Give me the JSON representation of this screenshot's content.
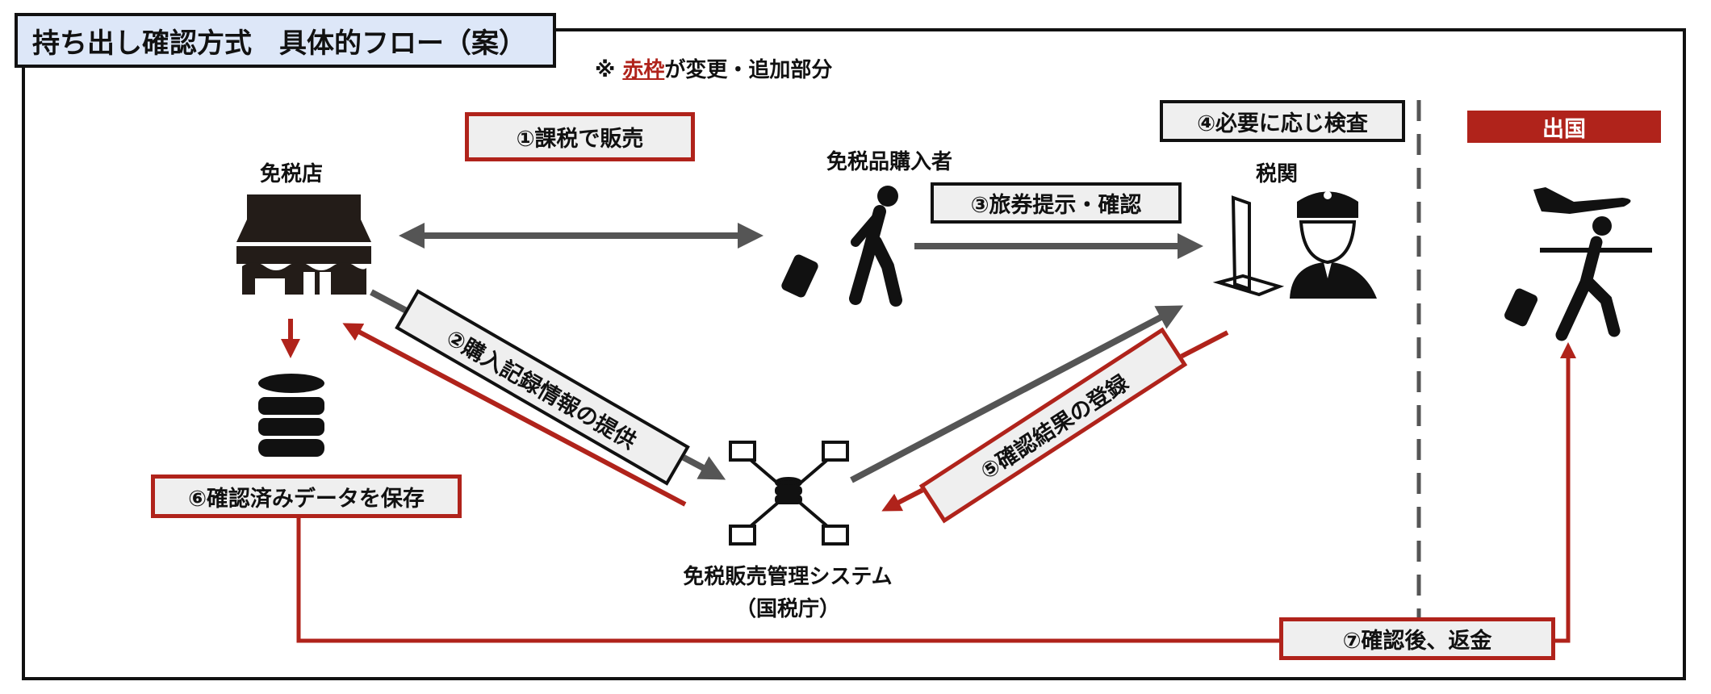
{
  "title": "持ち出し確認方式　具体的フロー（案）",
  "note": {
    "prefix": "※ ",
    "highlight": "赤枠",
    "suffix": "が変更・追加部分"
  },
  "actors": {
    "shop": "免税店",
    "buyer": "免税品購入者",
    "customs": "税関",
    "departure": "出国",
    "system_line1": "免税販売管理システム",
    "system_line2": "（国税庁）"
  },
  "steps": {
    "s1": "①課税で販売",
    "s2": "②購入記録情報の提供",
    "s3": "③旅券提示・確認",
    "s4": "④必要に応じ検査",
    "s5": "⑤確認結果の登録",
    "s6": "⑥確認済みデータを保存",
    "s7": "⑦確認後、返金"
  },
  "colors": {
    "red": "#b0231b",
    "gray": "#555555",
    "title_bg": "#dde7f8"
  }
}
